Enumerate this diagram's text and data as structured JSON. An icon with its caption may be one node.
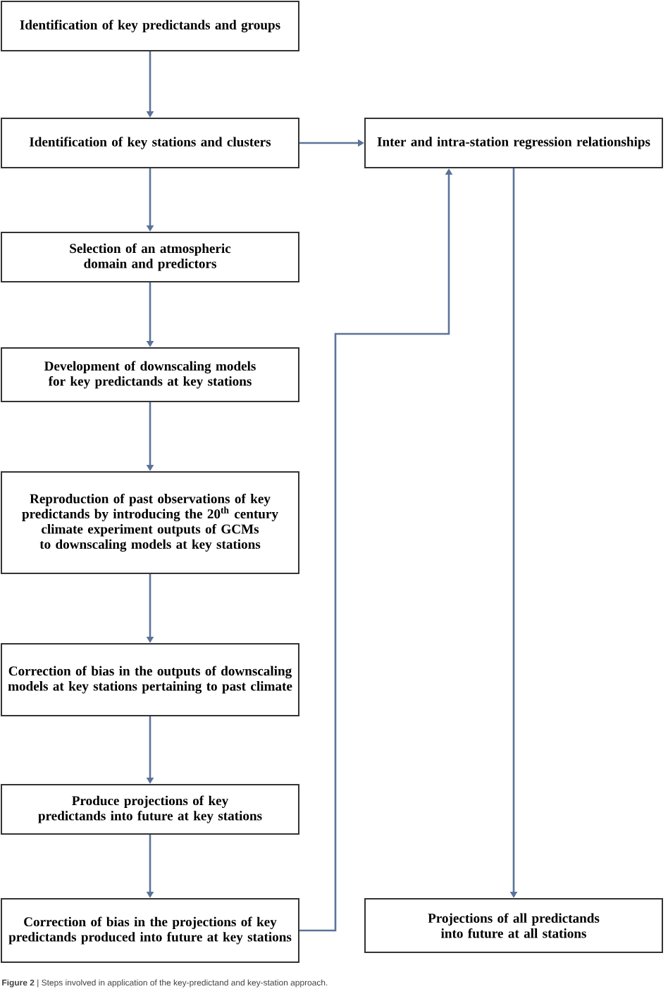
{
  "diagram": {
    "caption": "**Figure 2** | Steps involved in application of the key-predictand and key-station approach.",
    "nodes": [
      {
        "text": [
          "Identification of key predictands and groups"
        ]
      },
      {
        "text": [
          "Identification of key stations and clusters"
        ]
      },
      {
        "text": [
          "Selection of an atmospheric domain and predictors"
        ]
      },
      {
        "text": [
          "Development of downscaling models for key predictands at key stations"
        ]
      },
      {
        "text": [
          "Reproduction of past observations of key predictands by introducing the 20$^{th}$ century climate experiment outputs of GCMs to downscaling models at key stations"
        ]
      },
      {
        "text": [
          "Correction of bias in the outputs of downscaling models at key stations pertaining to past climate"
        ]
      },
      {
        "text": [
          "Produce projections of key predictands into future at key stations"
        ]
      },
      {
        "text": [
          "Correction of bias in the projections of key predictands produced into future at key stations"
        ]
      },
      {
        "text": [
          "Inter and intra-station regression relationships"
        ]
      },
      {
        "text": [
          "Projections of all predictands into future at all stations"
        ]
      }
    ],
    "edges": [
      {
        "from": 0,
        "to": 1,
        "arrow": "to"
      },
      {
        "from": 1,
        "to": 2,
        "arrow": "to"
      },
      {
        "from": 2,
        "to": 3,
        "arrow": "to"
      },
      {
        "from": 3,
        "to": 4,
        "arrow": "to"
      },
      {
        "from": 4,
        "to": 5,
        "arrow": "to"
      },
      {
        "from": 5,
        "to": 6,
        "arrow": "to"
      },
      {
        "from": 6,
        "to": 7,
        "arrow": "to"
      },
      {
        "from": 1,
        "to": 8,
        "arrow": "to"
      },
      {
        "from": 7,
        "to": 8,
        "arrow": "to"
      },
      {
        "from": 8,
        "to": 9,
        "arrow": "to"
      }
    ]
  }
}
